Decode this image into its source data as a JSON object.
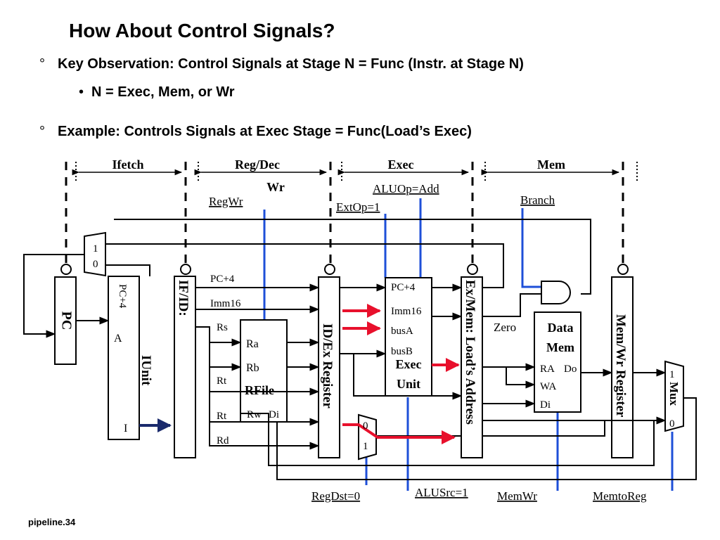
{
  "title": "How About Control Signals?",
  "bullets": [
    {
      "glyph": "°",
      "text": "Key Observation: Control Signals at Stage N  = Func (Instr. at Stage N)"
    },
    {
      "glyph": "•",
      "text": "N  =  Exec, Mem, or Wr"
    },
    {
      "glyph": "°",
      "text": "Example: Controls Signals at Exec Stage = Func(Load’s Exec)"
    }
  ],
  "stages": {
    "ifetch": "Ifetch",
    "regdec": "Reg/Dec",
    "exec": "Exec",
    "mem": "Mem",
    "wr": "Wr"
  },
  "control_signals": {
    "regwr": "RegWr",
    "extop": "ExtOp=1",
    "aluop": "ALUOp=Add",
    "branch": "Branch",
    "regdst": "RegDst=0",
    "alusrc": "ALUSrc=1",
    "memwr": "MemWr",
    "memtoreg": "MemtoReg"
  },
  "blocks": {
    "pc": "PC",
    "iunit": "IUnit",
    "iunit_pc4": "PC+4",
    "iunit_a": "A",
    "iunit_i": "I",
    "ifid": "IF/ID:",
    "rfile": "RFile",
    "ra": "Ra",
    "rb": "Rb",
    "rw": "Rw",
    "di": "Di",
    "idex": "ID/Ex Register",
    "exec_unit_1": "Exec",
    "exec_unit_2": "Unit",
    "exmem": "Ex/Mem: Load’s Address",
    "datamem_1": "Data",
    "datamem_2": "Mem",
    "dm_ra": "RA",
    "dm_do": "Do",
    "dm_wa": "WA",
    "dm_di": "Di",
    "memwr_reg": "Mem/Wr Register",
    "mux": "Mux"
  },
  "wire_labels": {
    "pc4": "PC+4",
    "imm16": "Imm16",
    "rs": "Rs",
    "rt1": "Rt",
    "rt2": "Rt",
    "rd": "Rd",
    "ex_pc4": "PC+4",
    "ex_imm16": "Imm16",
    "ex_busa": "busA",
    "ex_busb": "busB",
    "zero": "Zero",
    "mux_top_1": "1",
    "mux_top_0": "0",
    "mux_dst_0": "0",
    "mux_dst_1": "1",
    "mux_wb_1": "1",
    "mux_wb_0": "0"
  },
  "footer": "pipeline.34",
  "colors": {
    "black": "#000000",
    "control_blue": "#1e4fd8",
    "active_red": "#e8102c",
    "navy": "#1a2a6c"
  }
}
